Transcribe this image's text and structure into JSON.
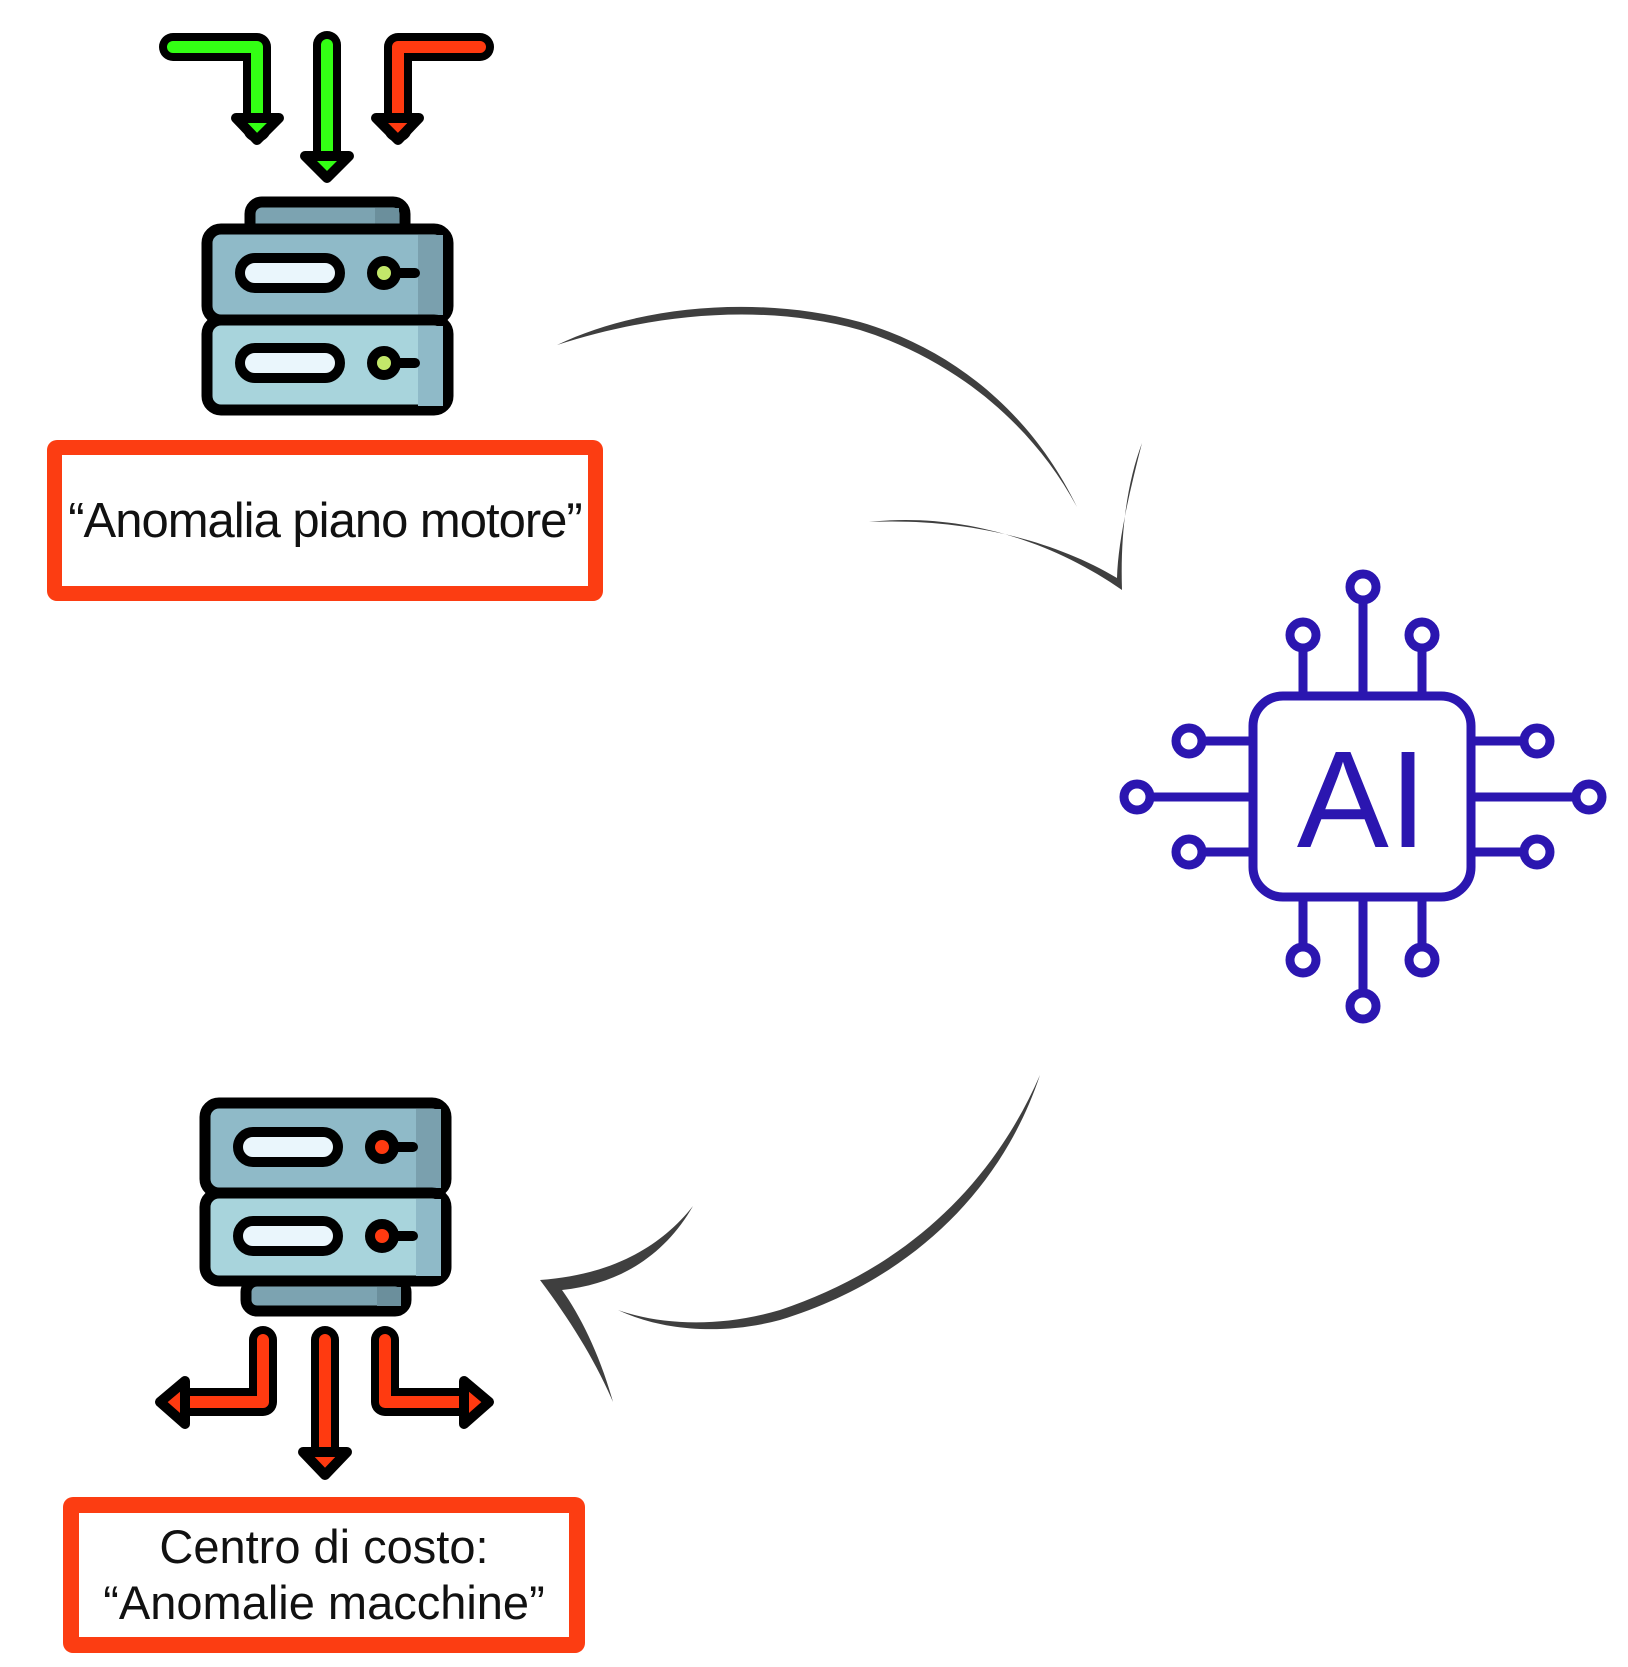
{
  "diagram": {
    "source": {
      "icon": "server-incoming-icon",
      "incoming_arrows": [
        {
          "direction": "down-from-left",
          "color": "#33ff14"
        },
        {
          "direction": "down",
          "color": "#33ff14"
        },
        {
          "direction": "down-from-right",
          "color": "#ff3a10"
        }
      ],
      "led_color": "#c3e86a",
      "label": "“Anomalia piano motore”"
    },
    "processor": {
      "icon": "ai-chip-icon",
      "text": "AI",
      "color": "#2b16b0"
    },
    "target": {
      "icon": "server-outgoing-icon",
      "outgoing_arrows": [
        {
          "direction": "left",
          "color": "#ff3a10"
        },
        {
          "direction": "down",
          "color": "#ff3a10"
        },
        {
          "direction": "right",
          "color": "#ff3a10"
        }
      ],
      "led_color": "#ff3a10",
      "label_line1": "Centro di costo:",
      "label_line2": "“Anomalie macchine”"
    },
    "flow_arrows": [
      {
        "from": "source",
        "to": "processor",
        "color": "#3f3f3f"
      },
      {
        "from": "processor",
        "to": "target",
        "color": "#3f3f3f"
      }
    ],
    "label_border_color": "#fc3d12"
  }
}
